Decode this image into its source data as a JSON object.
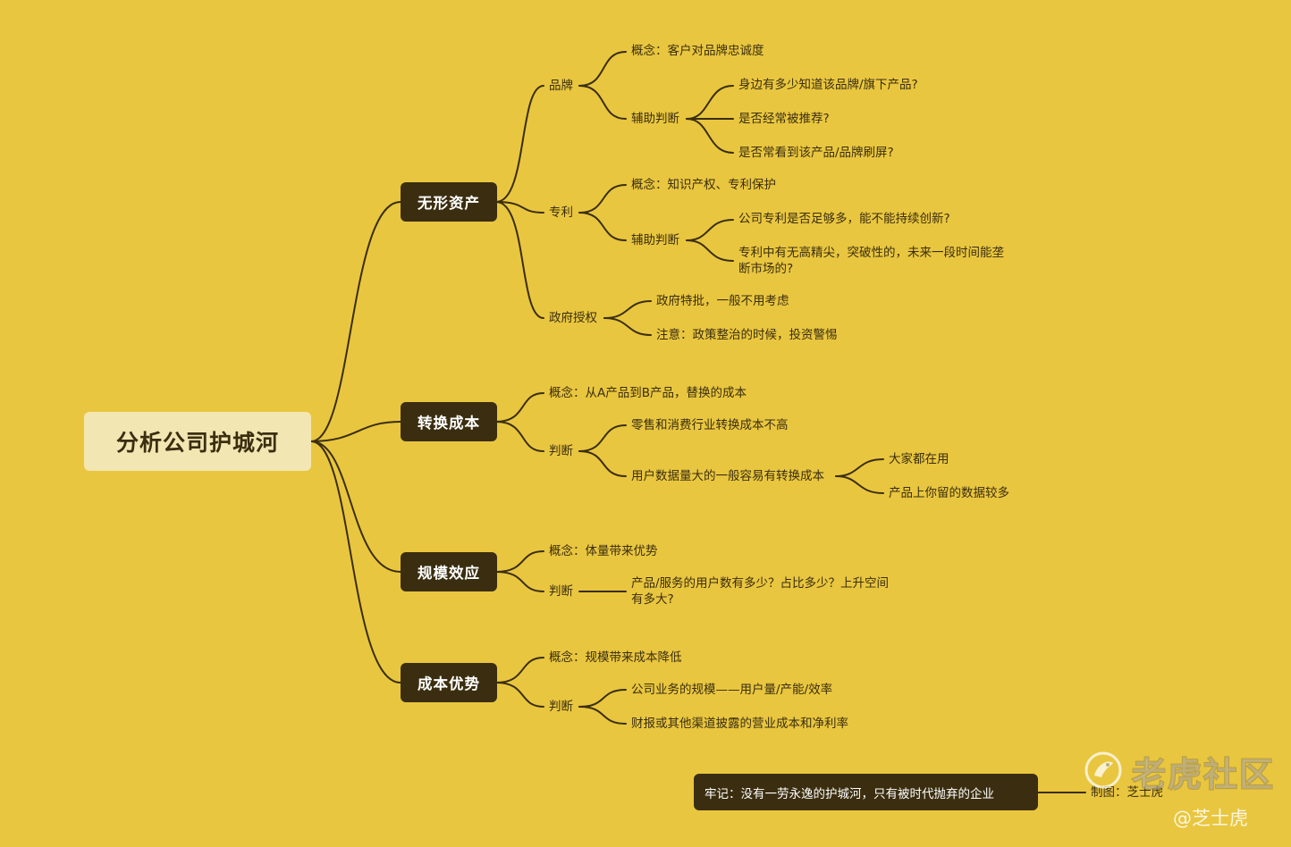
{
  "root": "分析公司护城河",
  "branches": {
    "intangible": {
      "label": "无形资产",
      "brand": {
        "label": "品牌",
        "concept": "概念：客户对品牌忠诚度",
        "judge_label": "辅助判断",
        "judge": [
          "身边有多少知道该品牌/旗下产品?",
          "是否经常被推荐?",
          "是否常看到该产品/品牌刷屏?"
        ]
      },
      "patent": {
        "label": "专利",
        "concept": "概念：知识产权、专利保护",
        "judge_label": "辅助判断",
        "judge": [
          "公司专利是否足够多，能不能持续创新?",
          "专利中有无高精尖，突破性的，未来一段时间能垄断市场的?"
        ]
      },
      "gov": {
        "label": "政府授权",
        "items": [
          "政府特批，一般不用考虑",
          "注意：政策整治的时候，投资警惕"
        ]
      }
    },
    "switching": {
      "label": "转换成本",
      "concept": "概念：从A产品到B产品，替换的成本",
      "judge_label": "判断",
      "retail": "零售和消费行业转换成本不高",
      "userdata": "用户数据量大的一般容易有转换成本",
      "userdata_items": [
        "大家都在用",
        "产品上你留的数据较多"
      ]
    },
    "scale": {
      "label": "规模效应",
      "concept": "概念：体量带来优势",
      "judge_label": "判断",
      "judge": "产品/服务的用户数有多少？占比多少？上升空间有多大?"
    },
    "cost": {
      "label": "成本优势",
      "concept": "概念：规模带来成本降低",
      "judge_label": "判断",
      "judge": [
        "公司业务的规模——用户量/产能/效率",
        "财报或其他渠道披露的营业成本和净利率"
      ]
    }
  },
  "note": "牢记：没有一劳永逸的护城河，只有被时代抛弃的企业",
  "credit": "制图：芝士虎",
  "watermark": {
    "brand": "老虎社区",
    "user": "@芝士虎"
  },
  "colors": {
    "background": "#e9c63f",
    "node_dark": "#3b2e10",
    "root_bg": "#f2e6b2",
    "line": "#3a2e10"
  }
}
